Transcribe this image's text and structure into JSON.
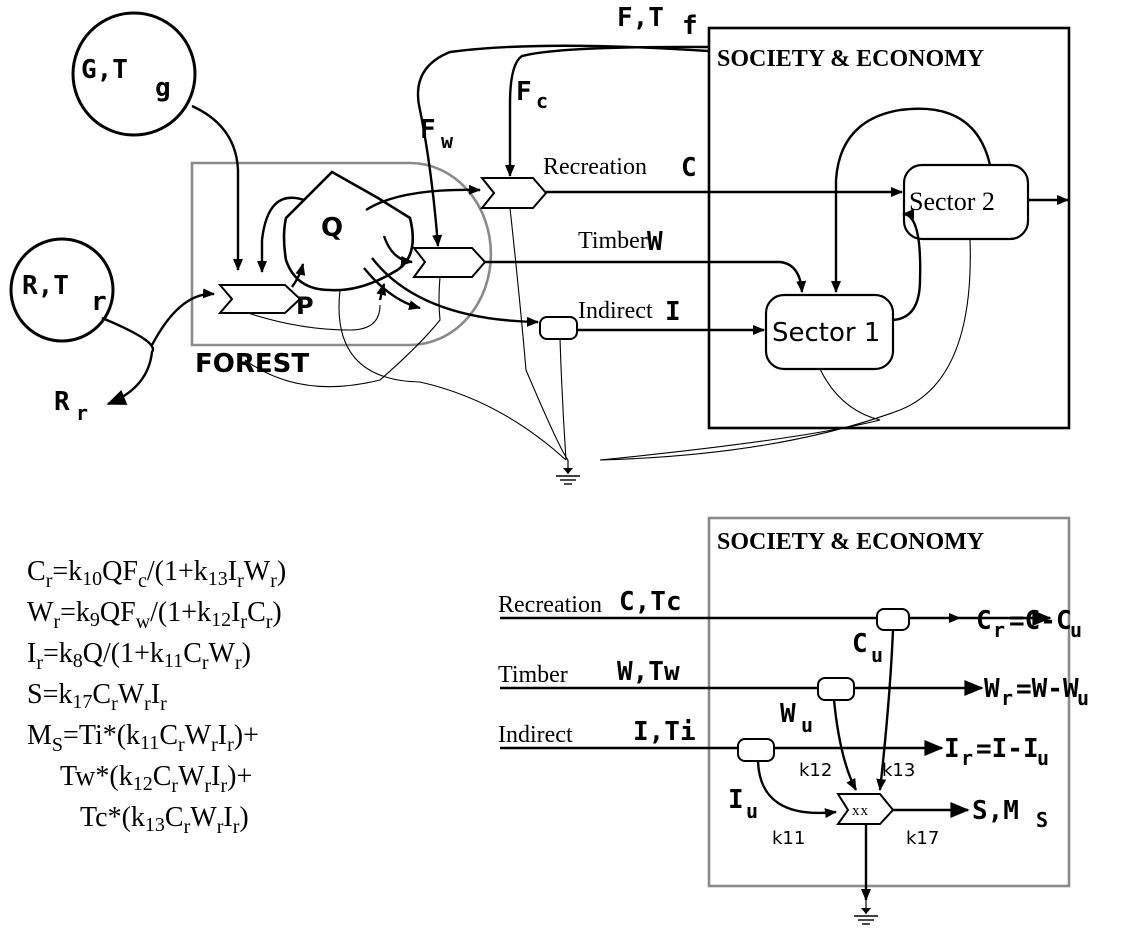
{
  "top": {
    "sources": {
      "g": "G,T",
      "g_sub": "g",
      "r": "R,T",
      "r_sub": "r",
      "f": "F,T",
      "f_sub": "f"
    },
    "flows": {
      "fw": "F",
      "fw_sub": "w",
      "fc": "F",
      "fc_sub": "c",
      "rr": "R",
      "rr_sub": "r",
      "p": "P"
    },
    "forest": {
      "label": "FOREST",
      "storage": "Q"
    },
    "outputs": {
      "recreation": "Recreation",
      "recreation_sym": "C",
      "timber": "Timber",
      "timber_sym": "W",
      "indirect": "Indirect",
      "indirect_sym": "I"
    },
    "society": {
      "title": "SOCIETY & ECONOMY",
      "sector1": "Sector 1",
      "sector2": "Sector 2"
    }
  },
  "bottom": {
    "society_title": "SOCIETY & ECONOMY",
    "inputs": {
      "recreation": "Recreation",
      "recreation_sym": "C,Tc",
      "timber": "Timber",
      "timber_sym": "W,Tw",
      "indirect": "Indirect",
      "indirect_sym": "I,Ti"
    },
    "uses": {
      "cu": "C",
      "cu_sub": "u",
      "wu": "W",
      "wu_sub": "u",
      "iu": "I",
      "iu_sub": "u"
    },
    "results": {
      "cr_a": "C",
      "cr_a_sub": "r",
      "cr_b": "=C-C",
      "cr_b_sub": "u",
      "wr_a": "W",
      "wr_a_sub": "r",
      "wr_b": "=W-W",
      "wr_b_sub": "u",
      "ir_a": "I",
      "ir_a_sub": "r",
      "ir_b": "=I-I",
      "ir_b_sub": "u",
      "s": "S,M",
      "s_sub": "S"
    },
    "constants": {
      "k11": "k11",
      "k12": "k12",
      "k13": "k13",
      "k17": "k17"
    },
    "multiplier": "xx"
  },
  "equations": [
    "Cr=k10QFc/(1+k13IrWr)",
    "Wr=k9QFw/(1+k12IrCr)",
    "Ir=k8Q/(1+k11CrWr)",
    "S=k17CrWrIr",
    "MS=Ti*(k11CrWrIr)+",
    "Tw*(k12CrWrIr)+",
    "Tc*(k13CrWrIr)"
  ]
}
